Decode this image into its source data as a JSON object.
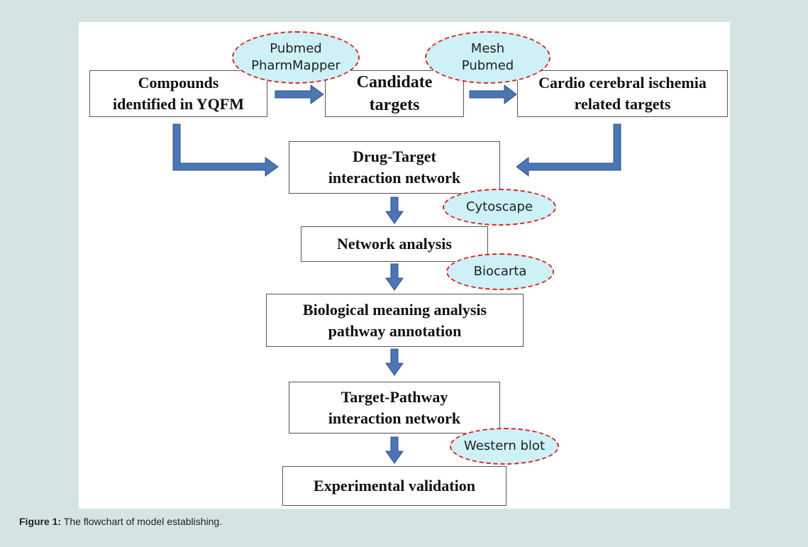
{
  "nodes": {
    "compounds": {
      "line1": "Compounds",
      "line2": "identified in YQFM"
    },
    "candidate": {
      "line1": "Candidate",
      "line2": "targets"
    },
    "cardio": {
      "line1": "Cardio cerebral ischemia",
      "line2": "related targets"
    },
    "drug_target": {
      "line1": "Drug-Target",
      "line2": "interaction network"
    },
    "network_analysis": {
      "line1": "Network analysis"
    },
    "biological": {
      "line1": "Biological meaning analysis",
      "line2": "pathway annotation"
    },
    "target_pathway": {
      "line1": "Target-Pathway",
      "line2": "interaction network"
    },
    "experimental": {
      "line1": "Experimental validation"
    }
  },
  "tools": {
    "pubmed_pharmmapper": {
      "line1": "Pubmed",
      "line2": "PharmMapper"
    },
    "mesh_pubmed": {
      "line1": "Mesh",
      "line2": "Pubmed"
    },
    "cytoscape": {
      "line1": "Cytoscape"
    },
    "biocarta": {
      "line1": "Biocarta"
    },
    "western_blot": {
      "line1": "Western blot"
    }
  },
  "caption": {
    "label": "Figure 1:",
    "text": " The flowchart of model establishing."
  },
  "colors": {
    "arrow_fill": "#4a76b4",
    "arrow_stroke": "#2f5283",
    "oval_fill": "#cdf1f6",
    "oval_border": "#e3211c",
    "background": "#d4e4e3"
  }
}
